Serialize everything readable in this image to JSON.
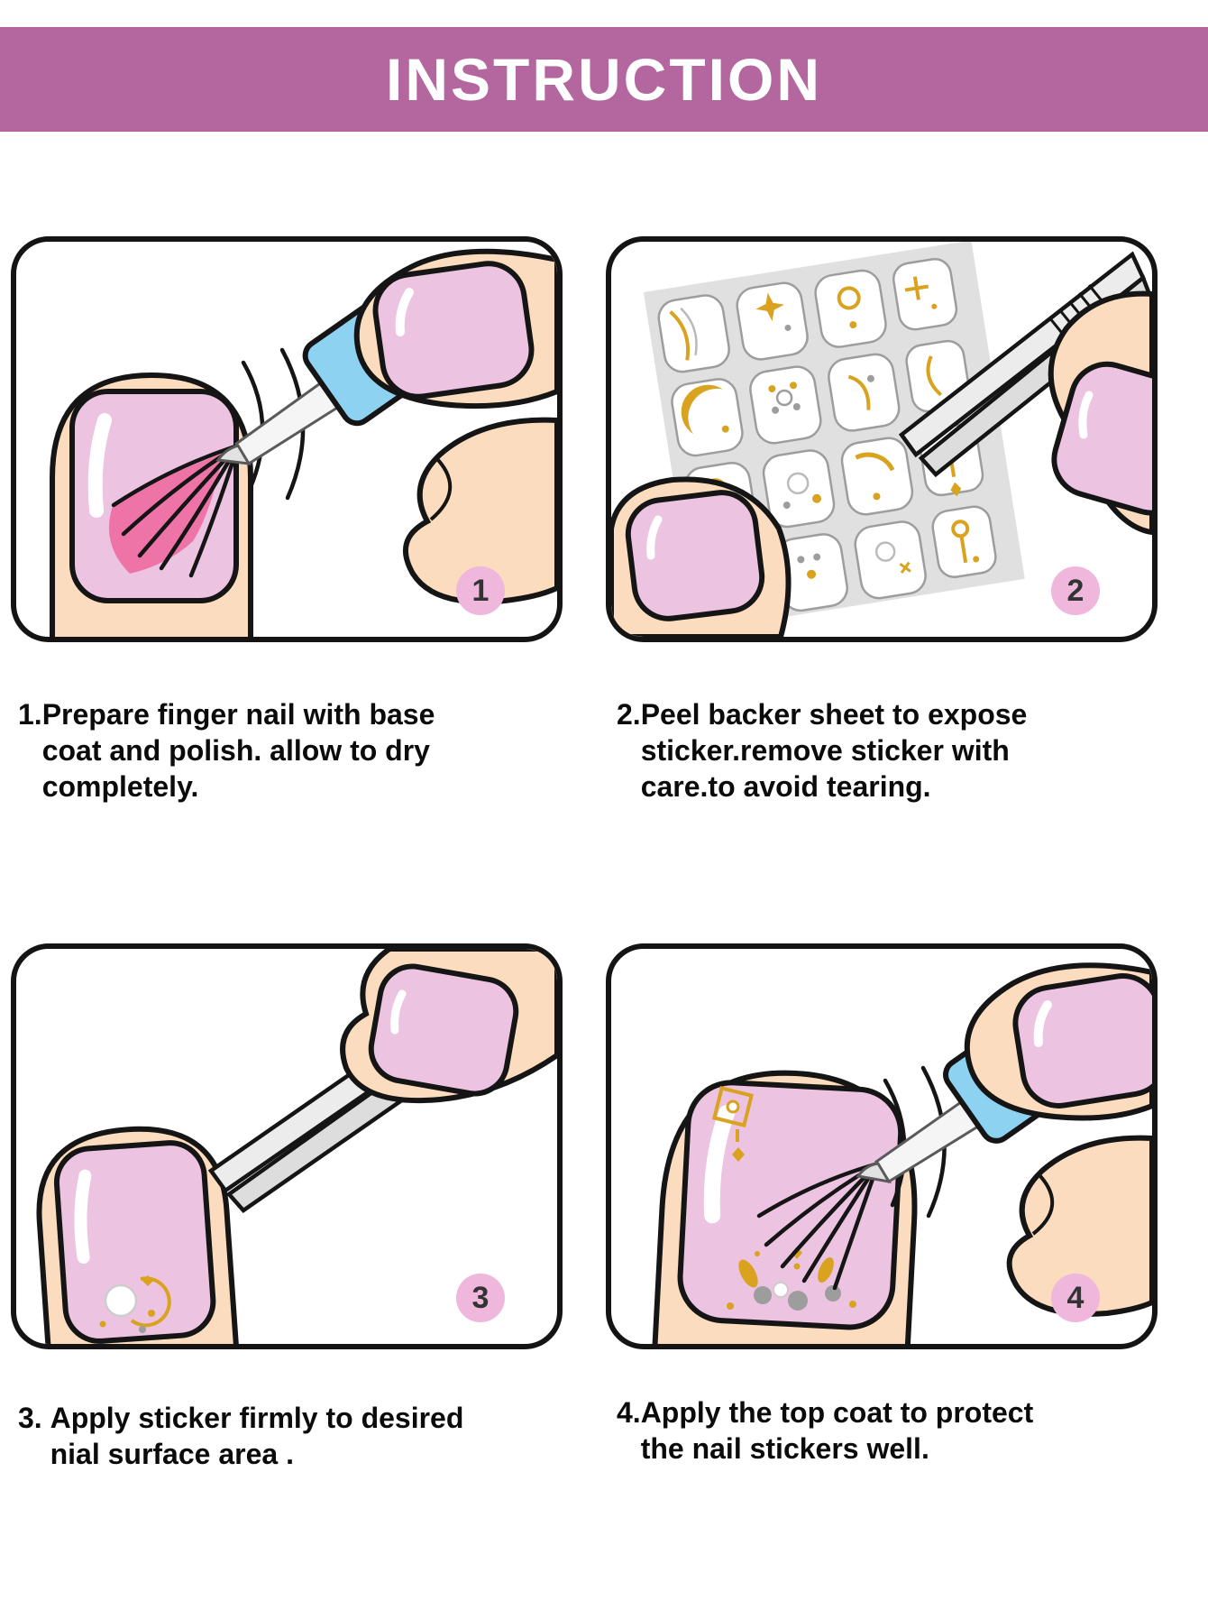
{
  "header": {
    "title": "INSTRUCTION"
  },
  "steps": [
    {
      "badge": "1",
      "num": "1.",
      "text": "Prepare finger nail with base\ncoat and polish. allow to dry\ncompletely."
    },
    {
      "badge": "2",
      "num": "2.",
      "text": "Peel backer sheet to expose\nsticker.remove sticker with\ncare.to avoid tearing."
    },
    {
      "badge": "3",
      "num": "3. ",
      "text": "Apply sticker firmly to desired\nnial surface area ."
    },
    {
      "badge": "4",
      "num": "4.",
      "text": "Apply the top coat to protect\nthe nail stickers well."
    }
  ],
  "colors": {
    "header_bg": "#b4679e",
    "badge_bg": "#efb7db",
    "skin": "#fbdcbe",
    "nail_pink": "#ecc3e1",
    "polish_pink": "#ee74a8",
    "cap_blue": "#8ed2f2",
    "gold": "#d9a21f",
    "sheet_grey": "#e0e0e0",
    "outline": "#151515"
  }
}
